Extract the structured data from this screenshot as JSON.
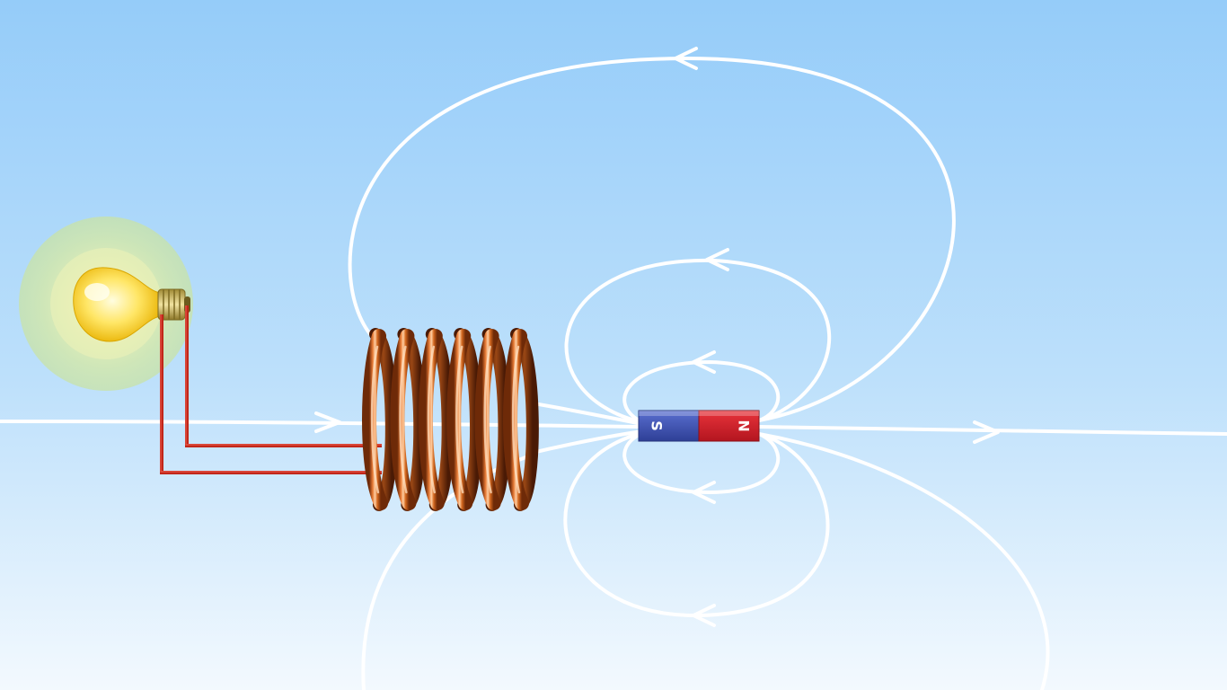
{
  "scene": {
    "background_top": "#95ccf9",
    "background_bottom": "#f3f9fe",
    "field_line_color": "#ffffff",
    "coil_color": "#c8621f",
    "wire_color": "#c1271a",
    "bulb_glow_color": "#cfe6a8"
  },
  "magnet": {
    "south_label": "S",
    "north_label": "N",
    "south_color": "#3f53b0",
    "north_color": "#d0202a"
  },
  "bulb": {
    "state": "lit"
  },
  "coil": {
    "turns": 6
  }
}
